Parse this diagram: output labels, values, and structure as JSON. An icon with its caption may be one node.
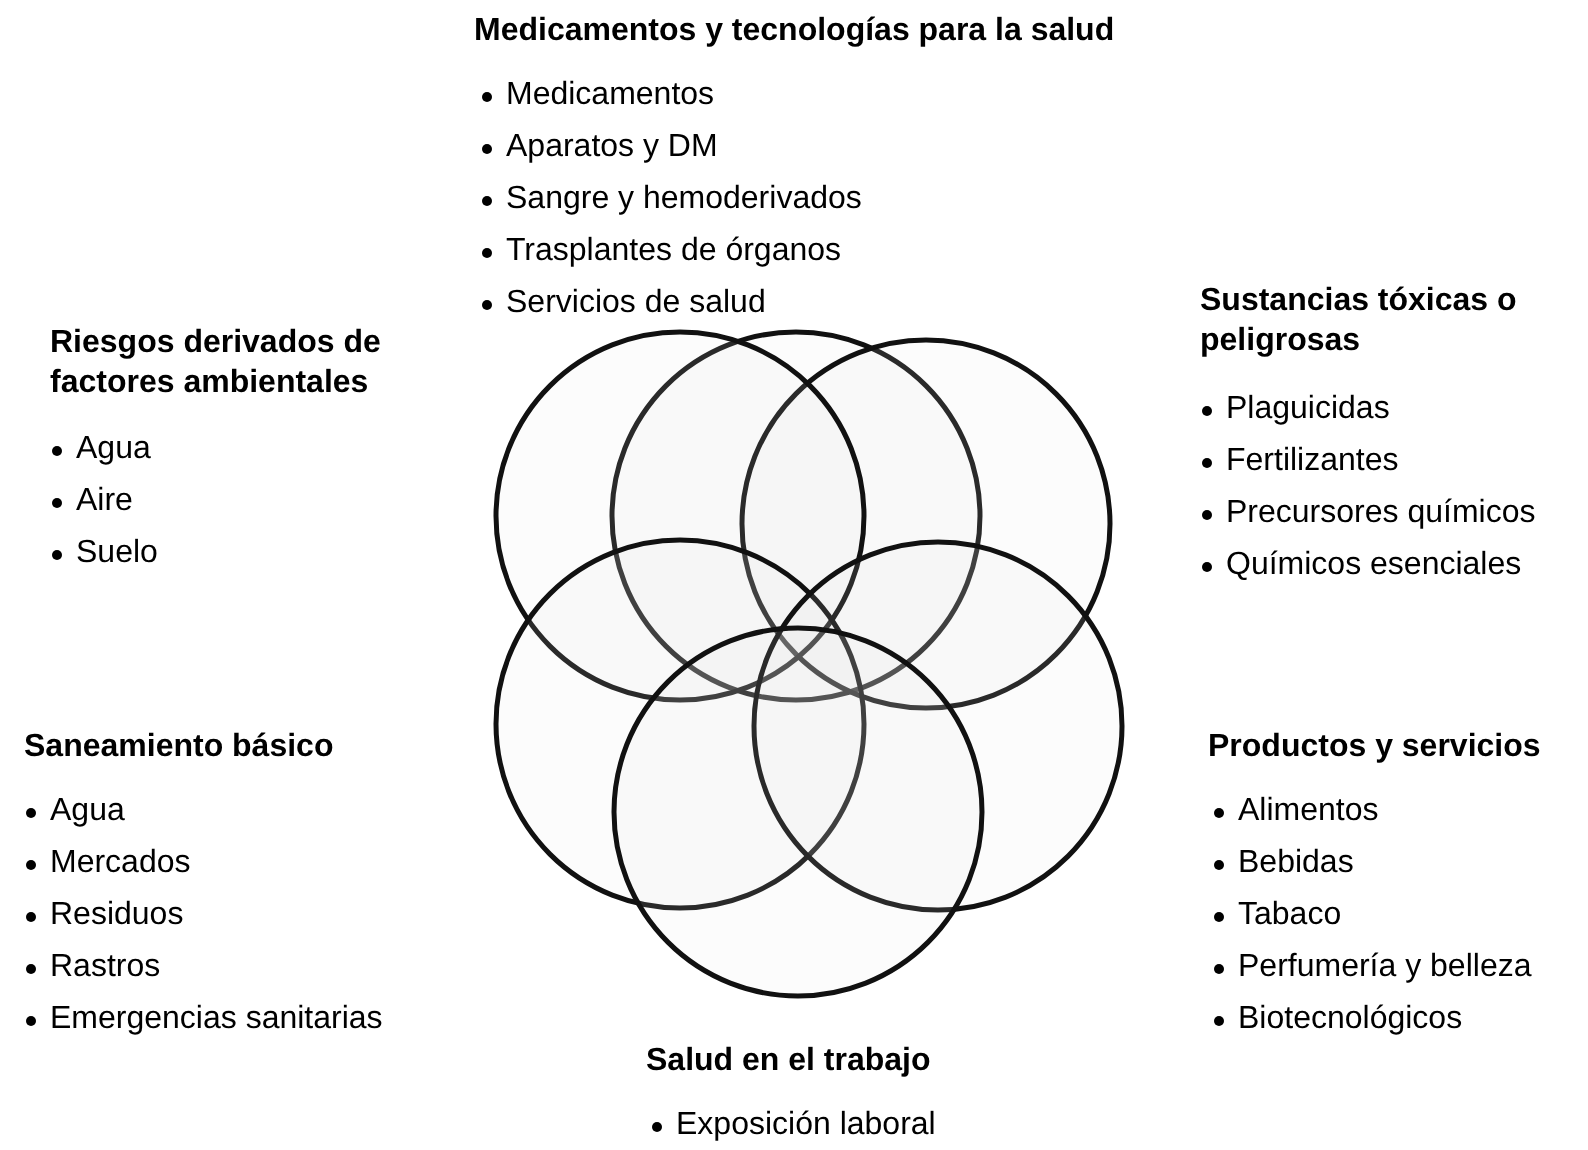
{
  "diagram": {
    "nodes": [
      {
        "text": [],
        "shape": "circle"
      },
      {
        "text": [],
        "shape": "circle"
      },
      {
        "text": [],
        "shape": "circle"
      },
      {
        "text": [],
        "shape": "circle"
      },
      {
        "text": [],
        "shape": "circle"
      },
      {
        "text": [],
        "shape": "circle"
      }
    ],
    "edges": [],
    "labels": [
      "Medicamentos y tecnologías para la salud",
      "Medicamentos",
      "Aparatos y DM",
      "Sangre y hemoderivados",
      "Trasplantes de órganos",
      "Servicios de salud",
      "Riesgos derivados de factores ambientales",
      "Agua",
      "Aire",
      "Suelo",
      "Sustancias tóxicas o peligrosas",
      "Plaguicidas",
      "Fertilizantes",
      "Precursores químicos",
      "Químicos esenciales",
      "Saneamiento básico",
      "Agua",
      "Mercados",
      "Residuos",
      "Rastros",
      "Emergencias sanitarias",
      "Productos y servicios",
      "Alimentos",
      "Bebidas",
      "Tabaco",
      "Perfumería y belleza",
      "Biotecnológicos",
      "Salud en el trabajo",
      "Exposición laboral"
    ]
  }
}
